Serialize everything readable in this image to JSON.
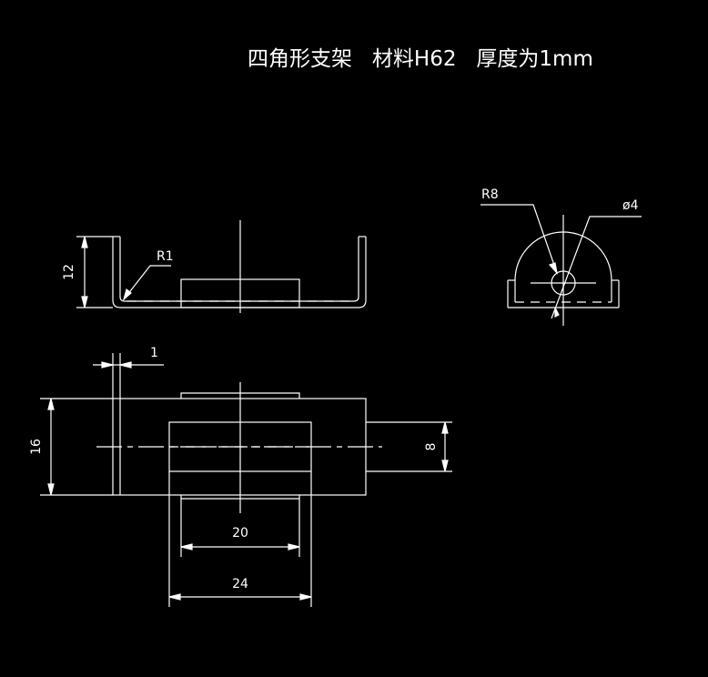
{
  "drawing": {
    "title": "四角形支架   材料H62   厚度为1mm",
    "colors": {
      "background": "#000000",
      "line": "#ffffff"
    }
  },
  "dimensions": {
    "front_height": "12",
    "front_bend_radius": "R1",
    "side_radius": "R8",
    "side_hole": "ø4",
    "plan_thickness": "1",
    "plan_width": "16",
    "plan_slot": "8",
    "plan_inner_length": "20",
    "plan_outer_length": "24"
  }
}
